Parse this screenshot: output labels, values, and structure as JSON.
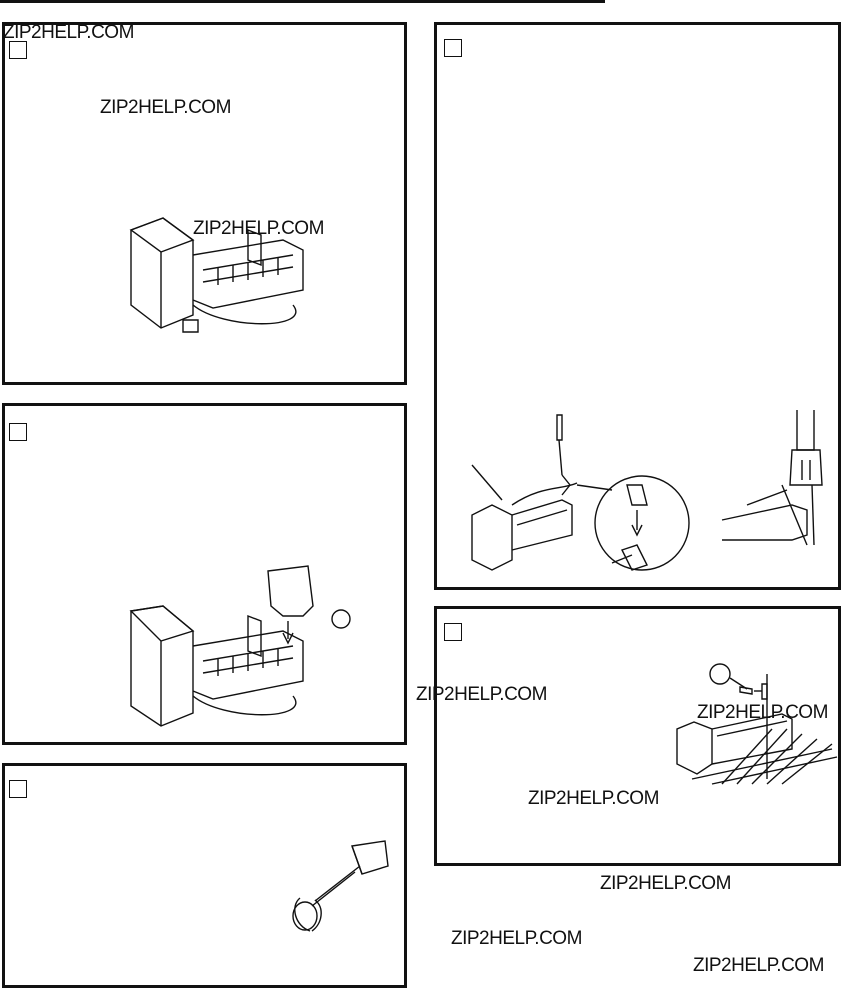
{
  "watermark": "ZIP2HELP.COM",
  "colors": {
    "ink": "#111111",
    "paper": "#ffffff"
  },
  "icons": [
    "icemaker-illustration",
    "ice-guard-illustration",
    "water-tube-connection-illustration",
    "icemaker-mounting-illustration",
    "screwdriver-icon"
  ]
}
